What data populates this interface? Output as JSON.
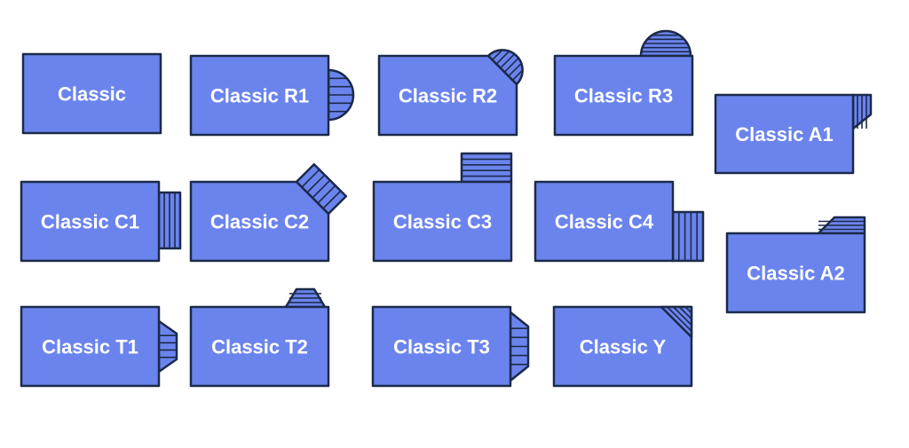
{
  "colors": {
    "fill": "#6b84ed",
    "stroke": "#1b2a4a",
    "background": "#ffffff",
    "label": "#ffffff"
  },
  "shapes": [
    {
      "id": "classic",
      "label": "Classic",
      "variant": "plain"
    },
    {
      "id": "classic-r1",
      "label": "Classic R1",
      "variant": "round-right"
    },
    {
      "id": "classic-r2",
      "label": "Classic R2",
      "variant": "round-corner"
    },
    {
      "id": "classic-r3",
      "label": "Classic R3",
      "variant": "round-top"
    },
    {
      "id": "classic-a1",
      "label": "Classic A1",
      "variant": "angle-right"
    },
    {
      "id": "classic-c1",
      "label": "Classic C1",
      "variant": "tab-right"
    },
    {
      "id": "classic-c2",
      "label": "Classic C2",
      "variant": "tab-corner"
    },
    {
      "id": "classic-c3",
      "label": "Classic C3",
      "variant": "tab-top"
    },
    {
      "id": "classic-c4",
      "label": "Classic C4",
      "variant": "tab-bottom-right"
    },
    {
      "id": "classic-a2",
      "label": "Classic A2",
      "variant": "angle-top"
    },
    {
      "id": "classic-t1",
      "label": "Classic T1",
      "variant": "trapezoid-right"
    },
    {
      "id": "classic-t2",
      "label": "Classic T2",
      "variant": "trapezoid-top"
    },
    {
      "id": "classic-t3",
      "label": "Classic T3",
      "variant": "arrow-right"
    },
    {
      "id": "classic-y",
      "label": "Classic Y",
      "variant": "triangle-corner"
    }
  ]
}
